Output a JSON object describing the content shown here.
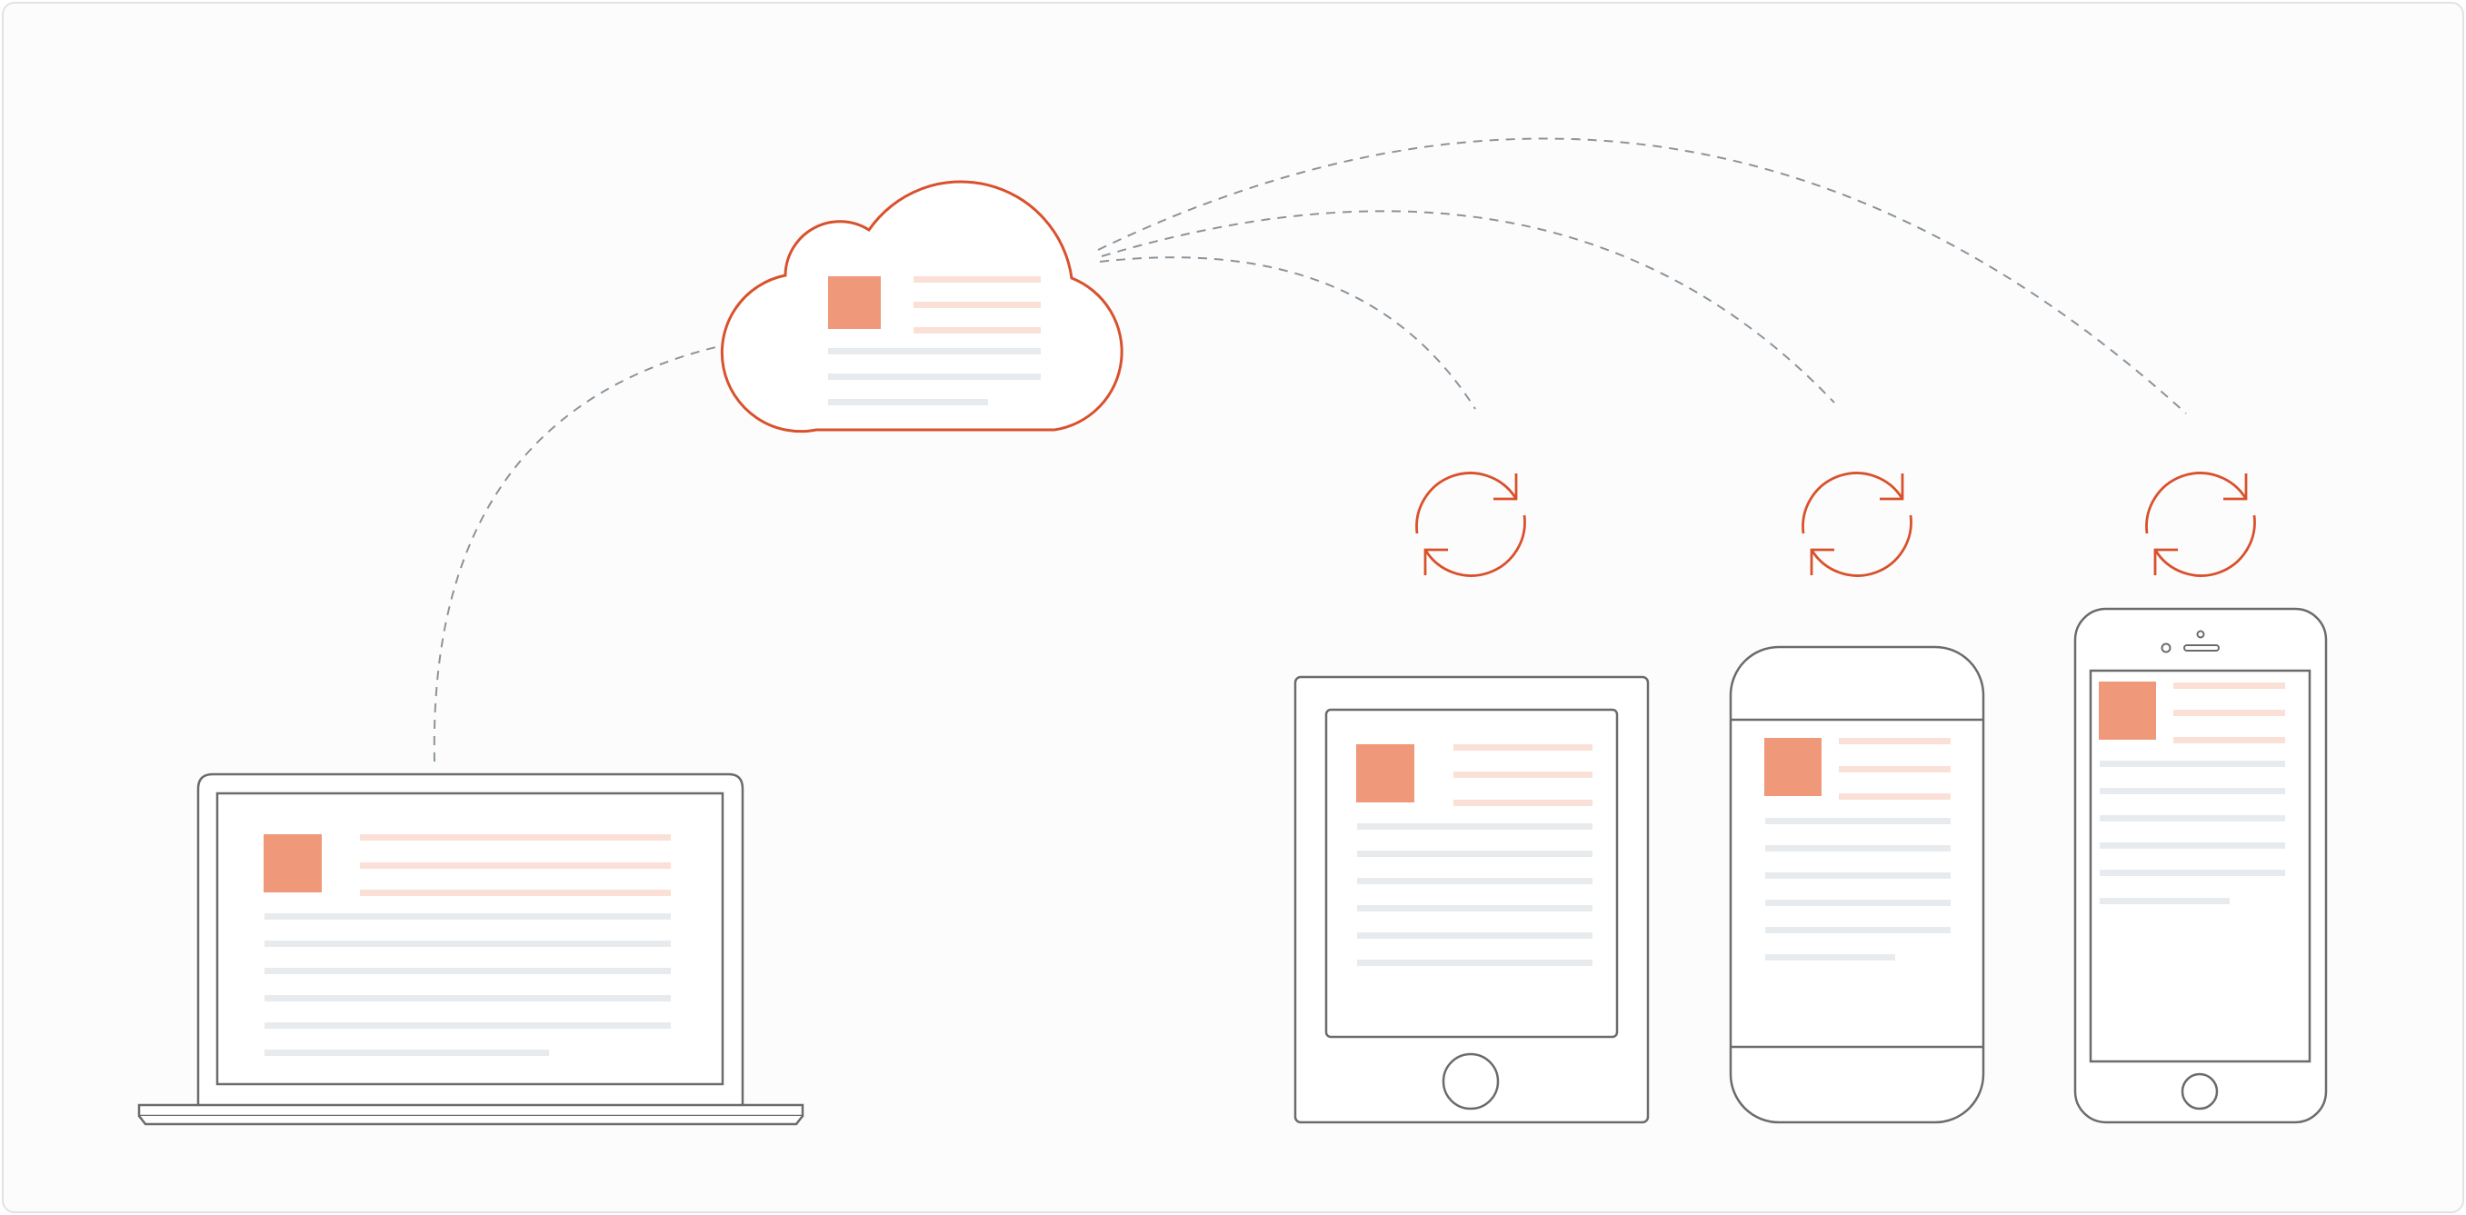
{
  "colors": {
    "frame_border": "#e2e2e2",
    "background": "#fcfcfc",
    "device_outline": "#6b6b6b",
    "accent": "#d9512c",
    "accent_block": "#f0987a",
    "accent_line": "#fbe0d7",
    "text_line": "#e8ebee",
    "connector": "#8a949c",
    "cloud_fill": "#ffffff"
  },
  "icons": {
    "cloud": "cloud-icon",
    "sync": "sync-icon",
    "laptop": "laptop-icon",
    "tablet": "tablet-icon",
    "phone": "smartphone-icon"
  },
  "diagram": {
    "source": "cloud",
    "devices": [
      "laptop",
      "tablet",
      "phone-large",
      "phone-small"
    ],
    "connections": [
      {
        "from": "laptop",
        "to": "cloud",
        "style": "dashed"
      },
      {
        "from": "cloud",
        "to": "tablet",
        "style": "dashed"
      },
      {
        "from": "cloud",
        "to": "phone-large",
        "style": "dashed"
      },
      {
        "from": "cloud",
        "to": "phone-small",
        "style": "dashed"
      }
    ],
    "sync_indicators": [
      "tablet",
      "phone-large",
      "phone-small"
    ]
  }
}
